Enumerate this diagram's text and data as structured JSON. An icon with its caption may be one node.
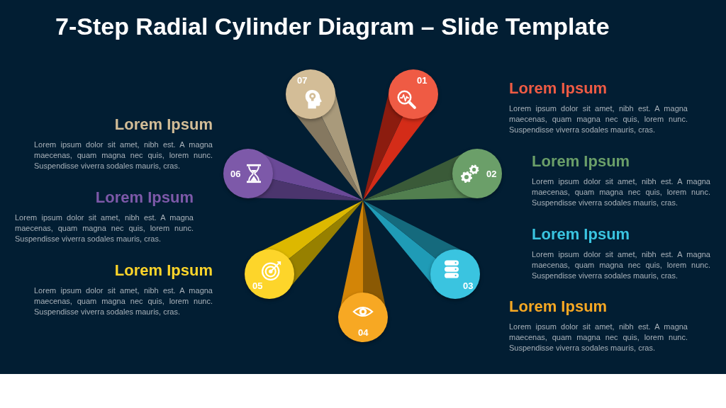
{
  "diagram": {
    "title": "7-Step Radial Cylinder Diagram – Slide Template",
    "nodes": [
      {
        "text": [
          "01"
        ],
        "beside": [
          "Lorem Ipsum",
          "Lorem ipsum dolor sit amet, nibh est. A magna maecenas, quam magna nec quis, lorem nunc. Suspendisse viverra sodales mauris, cras."
        ]
      },
      {
        "text": [
          "02"
        ],
        "beside": [
          "Lorem Ipsum",
          "Lorem ipsum dolor sit amet, nibh est. A magna maecenas, quam magna nec quis, lorem nunc. Suspendisse viverra sodales mauris, cras."
        ]
      },
      {
        "text": [
          "03"
        ],
        "beside": [
          "Lorem Ipsum",
          "Lorem ipsum dolor sit amet, nibh est. A magna maecenas, quam magna nec quis, lorem nunc. Suspendisse viverra sodales mauris, cras."
        ]
      },
      {
        "text": [
          "04"
        ],
        "beside": [
          "Lorem Ipsum",
          "Lorem ipsum dolor sit amet, nibh est. A magna maecenas, quam magna nec quis, lorem nunc. Suspendisse viverra sodales mauris, cras."
        ]
      },
      {
        "text": [
          "05"
        ],
        "beside": [
          "Lorem Ipsum",
          "Lorem ipsum dolor sit amet, nibh est. A magna maecenas, quam magna nec quis, lorem nunc. Suspendisse viverra sodales mauris, cras."
        ]
      },
      {
        "text": [
          "06"
        ],
        "beside": [
          "Lorem Ipsum",
          "Lorem ipsum dolor sit amet, nibh est. A magna maecenas, quam magna nec quis, lorem nunc. Suspendisse viverra sodales mauris, cras."
        ]
      },
      {
        "text": [
          "07"
        ],
        "beside": [
          "Lorem Ipsum",
          "Lorem ipsum dolor sit amet, nibh est. A magna maecenas, quam magna nec quis, lorem nunc. Suspendisse viverra sodales mauris, cras."
        ]
      }
    ]
  }
}
